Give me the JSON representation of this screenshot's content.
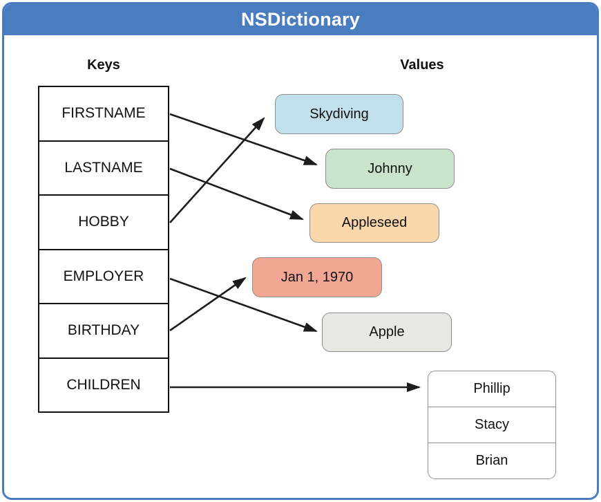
{
  "header": {
    "title": "NSDictionary"
  },
  "columns": {
    "keys_label": "Keys",
    "values_label": "Values"
  },
  "keys": [
    "FIRSTNAME",
    "LASTNAME",
    "HOBBY",
    "EMPLOYER",
    "BIRTHDAY",
    "CHILDREN"
  ],
  "values": [
    {
      "label": "Skydiving",
      "color": "#C2E0EB"
    },
    {
      "label": "Johnny",
      "color": "#C9E4CA"
    },
    {
      "label": "Appleseed",
      "color": "#FBD8AB"
    },
    {
      "label": "Jan 1, 1970",
      "color": "#F2A795"
    },
    {
      "label": "Apple",
      "color": "#E7E8E4"
    }
  ],
  "children_value": [
    "Phillip",
    "Stacy",
    "Brian"
  ],
  "mappings": [
    {
      "key": "FIRSTNAME",
      "value": "Johnny"
    },
    {
      "key": "LASTNAME",
      "value": "Appleseed"
    },
    {
      "key": "HOBBY",
      "value": "Skydiving"
    },
    {
      "key": "EMPLOYER",
      "value": "Apple"
    },
    {
      "key": "BIRTHDAY",
      "value": "Jan 1, 1970"
    },
    {
      "key": "CHILDREN",
      "value": "Phillip, Stacy, Brian"
    }
  ],
  "colors": {
    "frame_blue": "#4A7DBF",
    "arrow_black": "#1c1c1c",
    "box_border_gray": "#8e8e8e"
  }
}
